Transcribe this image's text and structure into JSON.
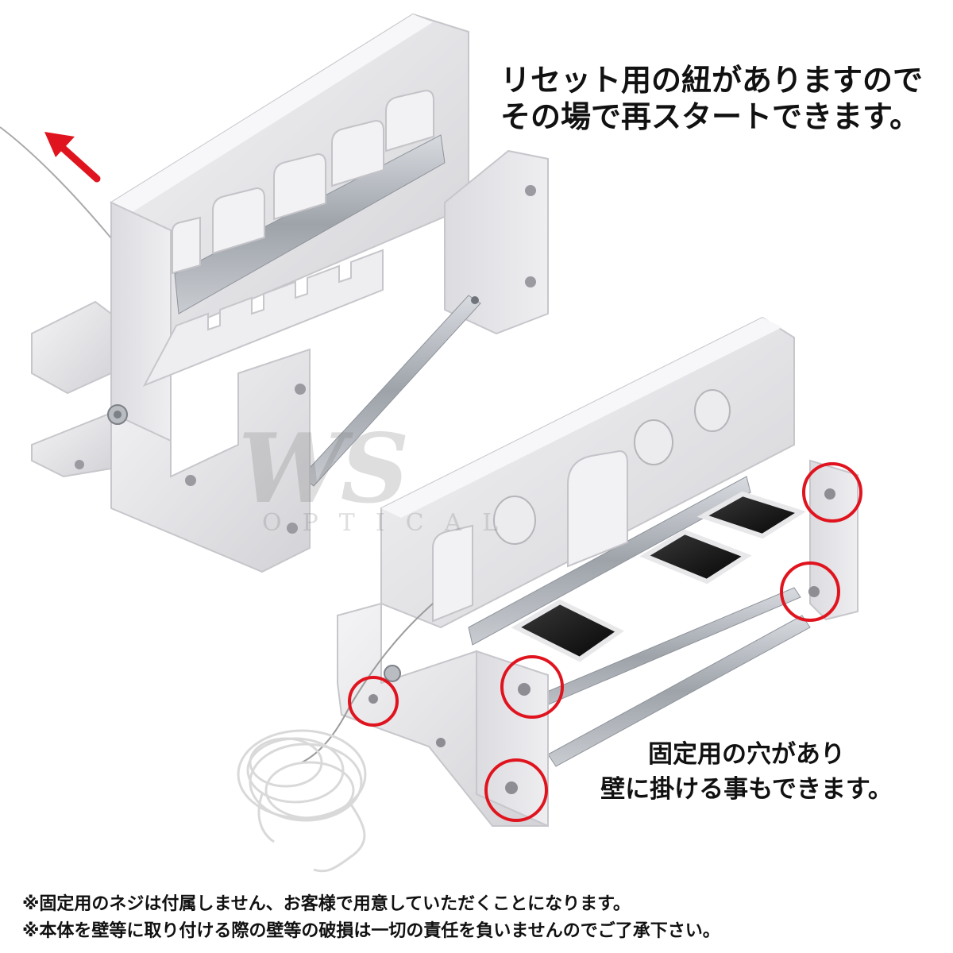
{
  "captions": {
    "reset_line1": "リセット用の紐がありますので",
    "reset_line2": "その場で再スタートできます。",
    "mount_line1": "固定用の穴があり",
    "mount_line2": "壁に掛ける事もできます。"
  },
  "notes": [
    "※固定用のネジは付属しません、お客様で用意していただくことになります。",
    "※本体を壁等に取り付ける際の壁等の破損は一切の責任を負いませんのでご了承下さい。"
  ],
  "watermark": {
    "logo": "WS",
    "sub": "OPTICAL"
  },
  "colors": {
    "frame": "#e8e8ea",
    "frame_shadow": "#c9c9cd",
    "steel": "#b8bcc2",
    "highlight_circle": "#e0141e",
    "arrow": "#e0141e",
    "target_face": "#111111"
  }
}
